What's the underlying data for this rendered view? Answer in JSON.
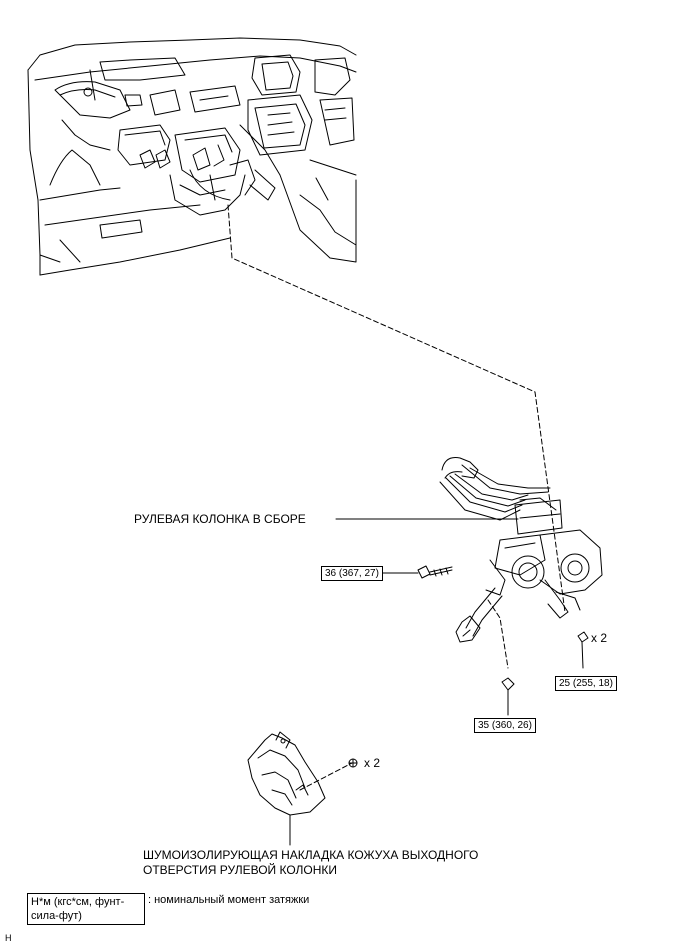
{
  "labels": {
    "steering_column": "РУЛЕВАЯ КОЛОНКА В СБОРЕ",
    "silencer_line1": "ШУМОИЗОЛИРУЮЩАЯ НАКЛАДКА КОЖУХА ВЫХОДНОГО",
    "silencer_line2": "ОТВЕРСТИЯ РУЛЕВОЙ КОЛОНКИ"
  },
  "torques": {
    "bolt_upper": "36 (367, 27)",
    "nut_lower": "35 (360, 26)",
    "nut_right": "25 (255, 18)"
  },
  "quantities": {
    "nut_right": "x 2",
    "silencer_clips": "x 2"
  },
  "legend": {
    "units_line1": "Н*м (кгс*см, фунт-",
    "units_line2": "сила-фут)",
    "description": ": номинальный момент затяжки"
  },
  "figure_code": "H"
}
